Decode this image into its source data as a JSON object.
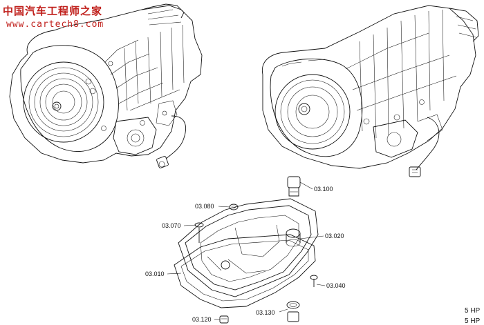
{
  "watermark": {
    "title": "中国汽车工程师之家",
    "url": "www.cartech8.com"
  },
  "callouts": [
    {
      "id": "c-03100",
      "label": "03.100"
    },
    {
      "id": "c-03080",
      "label": "03.080"
    },
    {
      "id": "c-03070",
      "label": "03.070"
    },
    {
      "id": "c-03020",
      "label": "03.020"
    },
    {
      "id": "c-03010",
      "label": "03.010"
    },
    {
      "id": "c-03040",
      "label": "03.040"
    },
    {
      "id": "c-03130",
      "label": "03.130"
    },
    {
      "id": "c-03120",
      "label": "03.120"
    }
  ],
  "side_labels": [
    "5 HP",
    "5 HP"
  ],
  "colors": {
    "ink": "#111111",
    "watermark": "#c0201c",
    "background": "#ffffff"
  }
}
